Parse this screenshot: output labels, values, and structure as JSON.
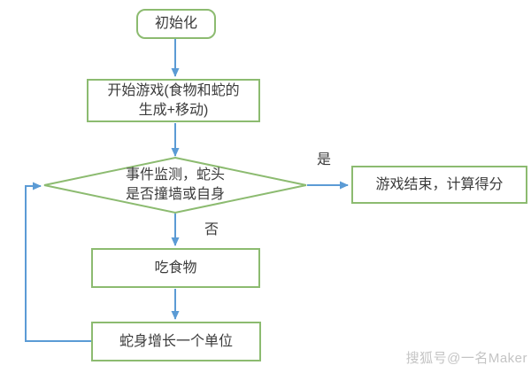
{
  "colors": {
    "border": "#8cbb70",
    "arrow": "#5b9bd5",
    "text": "#3b3b3b",
    "watermark": "#c4c4c4"
  },
  "nodes": {
    "init": {
      "label": "初始化"
    },
    "start": {
      "lines": [
        "开始游戏(食物和蛇的",
        "生成+移动)"
      ]
    },
    "decision": {
      "lines": [
        "事件监测，蛇头",
        "是否撞墙或自身"
      ]
    },
    "game_over": {
      "label": "游戏结束，计算得分"
    },
    "eat": {
      "label": "吃食物"
    },
    "grow": {
      "label": "蛇身增长一个单位"
    }
  },
  "edge_labels": {
    "yes": "是",
    "no": "否"
  },
  "watermark": "搜狐号@一名Maker"
}
